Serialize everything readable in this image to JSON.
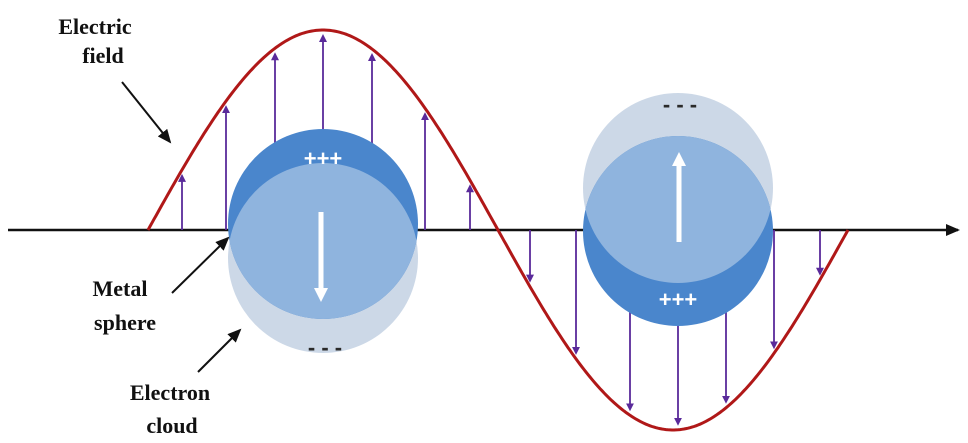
{
  "labels": {
    "electric_field_line1": "Electric",
    "electric_field_line2": "field",
    "metal_line1": "Metal",
    "metal_line2": "sphere",
    "electron_line1": "Electron",
    "electron_line2": "cloud"
  },
  "sphere_left": {
    "top_charge": "+++",
    "bottom_charge": "- - -",
    "dipole_direction": "down"
  },
  "sphere_right": {
    "top_charge": "- - -",
    "bottom_charge": "+++",
    "dipole_direction": "up"
  },
  "colors": {
    "wave": "#b01818",
    "field_arrow": "#5a2a9a",
    "axis": "#111111",
    "sphere": "#4a86cc",
    "sphere_overlap": "#8fb4de",
    "electron_cloud": "#b9c9dd"
  },
  "icons": {
    "pointer": "arrow-icon",
    "dipole": "dipole-arrow-icon"
  }
}
